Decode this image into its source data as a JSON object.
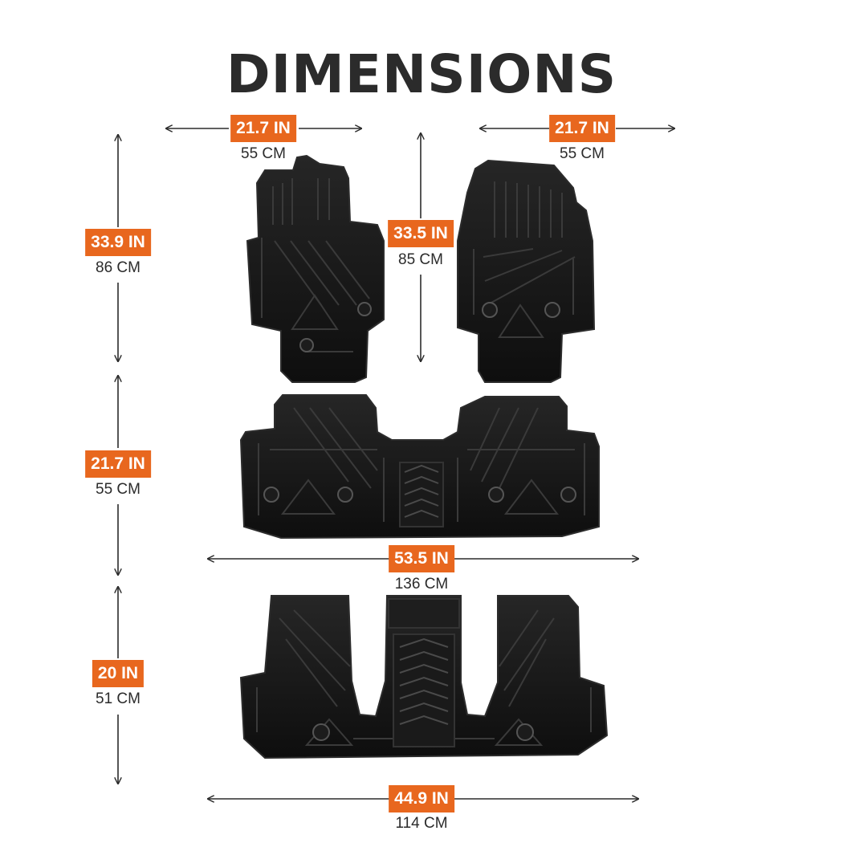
{
  "title": "DIMENSIONS",
  "colors": {
    "accent": "#e8671e",
    "text": "#2b2b2b",
    "mat": "#141414",
    "mat_edge": "#2c2c2c"
  },
  "dimensions": {
    "driver_width": {
      "in": "21.7 IN",
      "cm": "55 CM"
    },
    "passenger_width": {
      "in": "21.7 IN",
      "cm": "55 CM"
    },
    "front_height": {
      "in": "33.9 IN",
      "cm": "86 CM"
    },
    "passenger_height": {
      "in": "33.5 IN",
      "cm": "85 CM"
    },
    "second_row_height": {
      "in": "21.7 IN",
      "cm": "55 CM"
    },
    "second_row_width": {
      "in": "53.5 IN",
      "cm": "136 CM"
    },
    "third_row_height": {
      "in": "20 IN",
      "cm": "51 CM"
    },
    "third_row_width": {
      "in": "44.9 IN",
      "cm": "114 CM"
    }
  }
}
